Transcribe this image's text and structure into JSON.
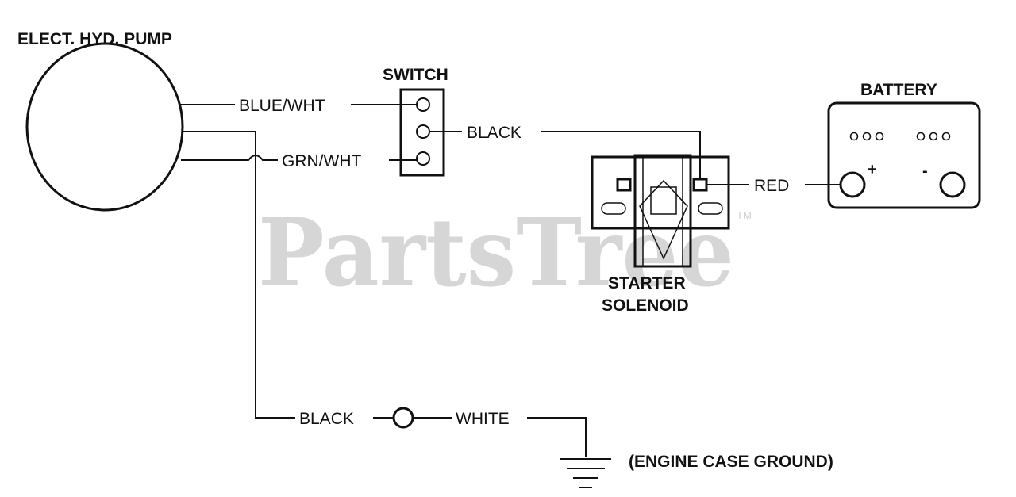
{
  "watermark": {
    "text": "PartsTree",
    "trademark": "TM"
  },
  "components": {
    "pump": "ELECT. HYD. PUMP",
    "switch": "SWITCH",
    "battery": "BATTERY",
    "battery_plus": "+",
    "battery_minus": "-",
    "solenoid_line1": "STARTER",
    "solenoid_line2": "SOLENOID",
    "ground": "(ENGINE CASE GROUND)"
  },
  "wires": {
    "blue_wht": "BLUE/WHT",
    "grn_wht": "GRN/WHT",
    "black_switch": "BLACK",
    "red": "RED",
    "black_ground": "BLACK",
    "white": "WHITE"
  }
}
